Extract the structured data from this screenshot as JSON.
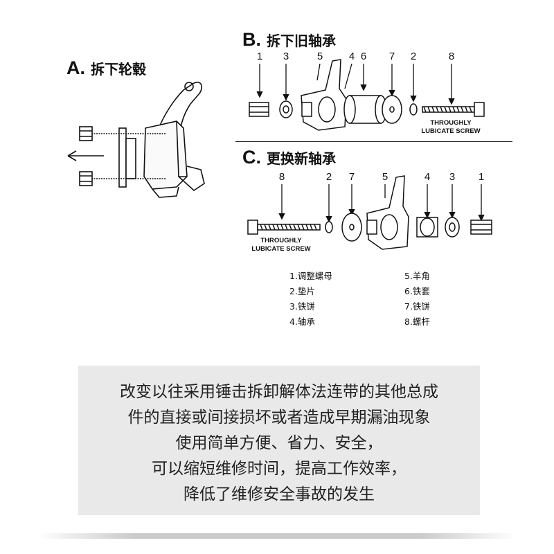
{
  "section_a": {
    "letter": "A.",
    "title": "拆下轮毂"
  },
  "section_b": {
    "letter": "B.",
    "title": "拆下旧轴承",
    "numbers": [
      "1",
      "3",
      "5",
      "4",
      "6",
      "7",
      "2",
      "8"
    ],
    "caption_line1": "THROUGHLY",
    "caption_line2": "LUBICATE SCREW"
  },
  "section_c": {
    "letter": "C.",
    "title": "更换新轴承",
    "numbers": [
      "8",
      "2",
      "7",
      "5",
      "4",
      "3",
      "1"
    ],
    "caption_line1": "THROUGHLY",
    "caption_line2": "LUBICATE SCREW"
  },
  "legend": {
    "left": [
      "1.调整螺母",
      "2.垫片",
      "3.铁饼",
      "4.轴承"
    ],
    "right": [
      "5.羊角",
      "6.铁套",
      "7.铁饼",
      "8.螺杆"
    ]
  },
  "description": {
    "lines": [
      "改变以往采用锤击拆卸解体法连带的其他总成",
      "件的直接或间接损坏或者造成早期漏油现象",
      "使用简单方便、省力、安全，",
      "可以缩短维修时间，提高工作效率，",
      "降低了维修安全事故的发生"
    ]
  },
  "colors": {
    "panel_bg": "#e9e9e9",
    "ink": "#111111"
  }
}
